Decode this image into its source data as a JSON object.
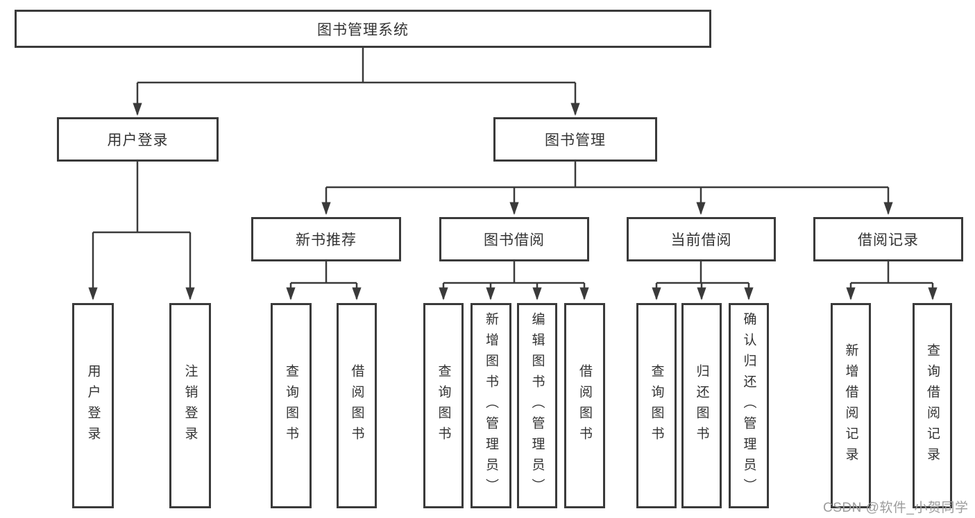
{
  "diagram": {
    "root": {
      "label": "图书管理系统"
    },
    "level2": [
      {
        "label": "用户登录"
      },
      {
        "label": "图书管理"
      }
    ],
    "level3": [
      {
        "label": "新书推荐"
      },
      {
        "label": "图书借阅"
      },
      {
        "label": "当前借阅"
      },
      {
        "label": "借阅记录"
      }
    ],
    "leaves": [
      {
        "label": "用户登录"
      },
      {
        "label": "注销登录"
      },
      {
        "label": "查询图书"
      },
      {
        "label": "借阅图书"
      },
      {
        "label": "查询图书"
      },
      {
        "label": "新增图书（管理员）"
      },
      {
        "label": "编辑图书（管理员）"
      },
      {
        "label": "借阅图书"
      },
      {
        "label": "查询图书"
      },
      {
        "label": "归还图书"
      },
      {
        "label": "确认归还（管理员）"
      },
      {
        "label": "新增借阅记录"
      },
      {
        "label": "查询借阅记录"
      }
    ]
  },
  "watermark": {
    "text": "CSDN @软件_小贺同学"
  },
  "colors": {
    "line": "#3a3a3a",
    "text": "#333333",
    "watermark": "#9c9c9c",
    "background": "#ffffff"
  }
}
